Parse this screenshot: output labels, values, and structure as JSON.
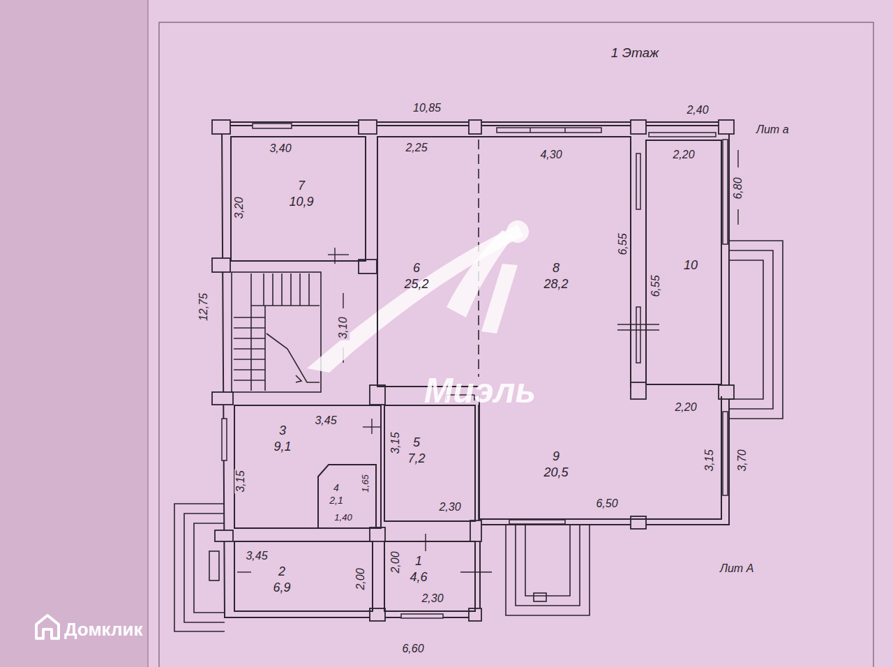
{
  "diagram": {
    "title": "1 Этаж",
    "nodes": [
      {
        "text": [
          "7",
          "10,9"
        ]
      },
      {
        "text": [
          "6",
          "25,2"
        ]
      },
      {
        "text": [
          "8",
          "28,2"
        ]
      },
      {
        "text": [
          "10"
        ]
      },
      {
        "text": [
          "3",
          "9,1"
        ]
      },
      {
        "text": [
          "4",
          "2,1"
        ],
        "in": 4
      },
      {
        "text": [
          "5",
          "7,2"
        ]
      },
      {
        "text": [
          "9",
          "20,5"
        ]
      },
      {
        "text": [
          "2",
          "6,9"
        ]
      },
      {
        "text": [
          "1",
          "4,6"
        ]
      }
    ],
    "labels": [
      "10,85",
      "2,40",
      "Лит а",
      "3,40",
      "2,25",
      "4,30",
      "2,20",
      "6,80",
      "3,20",
      "6,55",
      "6,55",
      "12,75",
      "3,10",
      "3,45",
      "3,15",
      "3,15",
      "1,65",
      "1,40",
      "2,30",
      "2,20",
      "3,15",
      "3,70",
      "6,50",
      "3,45",
      "2,00",
      "2,00",
      "2,30",
      "6,60",
      "Лит А",
      "Миэль",
      "Домклик"
    ]
  }
}
